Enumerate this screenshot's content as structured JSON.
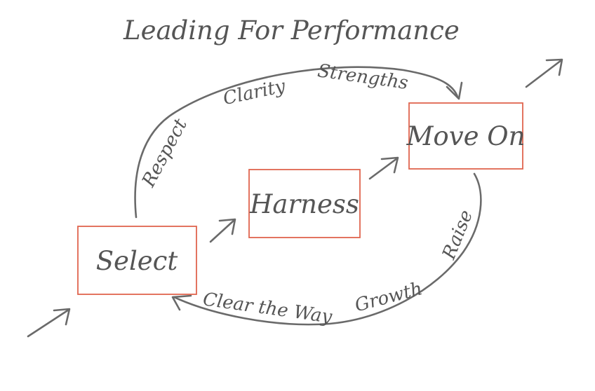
{
  "title": "Leading For Performance",
  "colors": {
    "box_border": "#e0654f",
    "ink": "#555555",
    "stroke": "#6a6a6a"
  },
  "stages": {
    "select": "Select",
    "harness": "Harness",
    "move_on": "Move On"
  },
  "top_arc_labels": {
    "respect": "Respect",
    "clarity": "Clarity",
    "strengths": "Strengths"
  },
  "bottom_arc_labels": {
    "raise": "Raise",
    "growth": "Growth",
    "clear_the_way": "Clear the Way"
  }
}
